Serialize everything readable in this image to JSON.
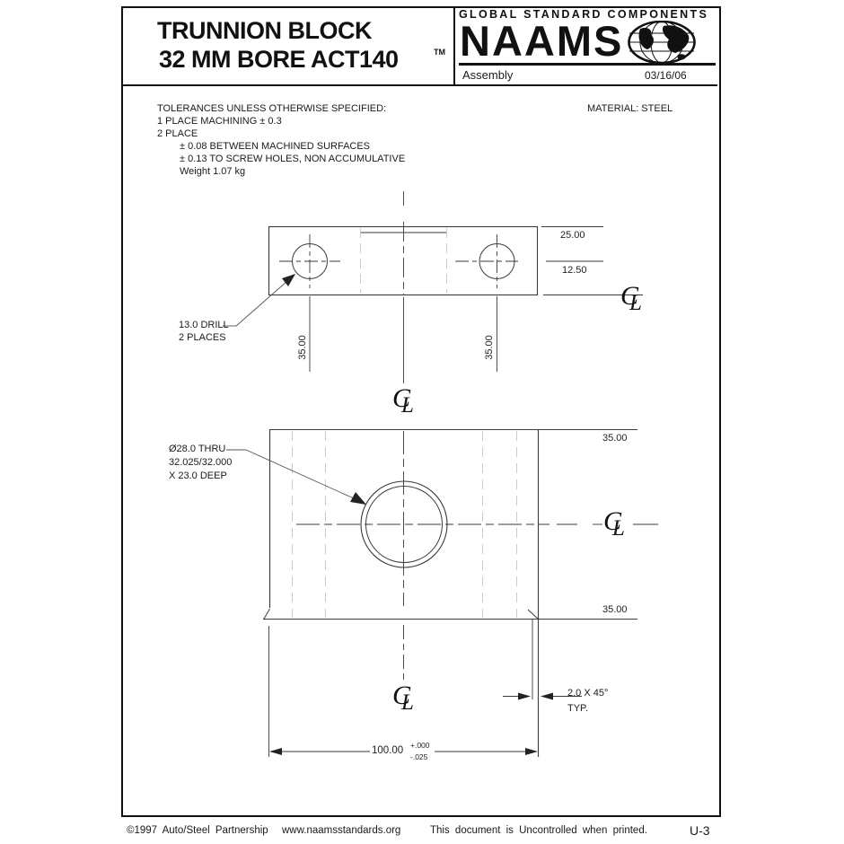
{
  "header": {
    "title_line1": "TRUNNION BLOCK",
    "title_line2": "32 MM BORE ACT140",
    "trademark": "TM",
    "brand_tagline": "GLOBAL STANDARD COMPONENTS",
    "brand_name": "NAAMS",
    "doc_type": "Assembly",
    "date": "03/16/06"
  },
  "notes": {
    "material": "MATERIAL: STEEL",
    "tolerance_lines": [
      "TOLERANCES UNLESS OTHERWISE SPECIFIED:",
      "1 PLACE MACHINING ± 0.3",
      "2 PLACE",
      "± 0.08 BETWEEN MACHINED SURFACES",
      "± 0.13 TO SCREW HOLES, NON ACCUMULATIVE",
      "Weight 1.07 kg"
    ]
  },
  "callouts": {
    "drill_line1": "13.0 DRILL",
    "drill_line2": "2 PLACES",
    "bore_line1": "Ø28.0 THRU",
    "bore_line2": "32.025/32.000",
    "bore_line3": "X 23.0 DEEP",
    "chamfer_line1": "2.0 X 45°",
    "chamfer_line2": "TYP."
  },
  "dimensions": {
    "plate_thickness": "25.00",
    "hole_offset": "12.50",
    "hole_left_spacing": "35.00",
    "hole_right_spacing": "35.00",
    "bore_to_top": "35.00",
    "bore_to_bottom": "35.00",
    "overall_width": "100.00",
    "width_tol_upper": "+.000",
    "width_tol_lower": "-.025"
  },
  "symbols": {
    "centerline_c": "C",
    "centerline_l": "L"
  },
  "colors": {
    "ink": "#111111",
    "line": "#3a3a3a",
    "hidden_line": "#cccccc"
  },
  "footer": {
    "copyright": "©1997 Auto/Steel Partnership",
    "website": "www.naamsstandards.org",
    "notice": "This document is Uncontrolled when printed.",
    "page": "U-3"
  }
}
